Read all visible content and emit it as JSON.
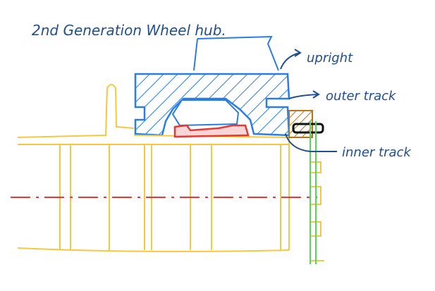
{
  "title": "2nd Generation Wheel hub.",
  "labels": {
    "upright": "upright",
    "outer_track": "outer track",
    "inner_track": "inner track"
  },
  "colors": {
    "ink": "#1f4f8f",
    "upright": "#2a7de1",
    "hub": "#f5c842",
    "centerline": "#e53935",
    "inner_track": "#e53935",
    "nut": "#b8741a",
    "bolt": "#111111",
    "sensor_ring": "#5ad35a"
  }
}
